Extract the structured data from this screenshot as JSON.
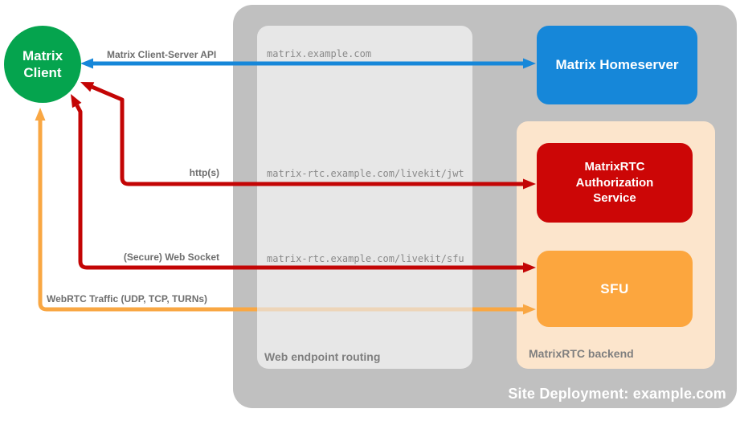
{
  "nodes": {
    "matrix_client": {
      "label": "Matrix Client",
      "color": "#05a44e",
      "shape": "circle"
    },
    "matrix_homeserver": {
      "label": "Matrix Homeserver",
      "color": "#1687d9"
    },
    "matrixrtc_auth": {
      "label": "MatrixRTC Authorization Service",
      "color": "#cc0606"
    },
    "sfu": {
      "label": "SFU",
      "color": "#fca63e"
    }
  },
  "containers": {
    "site_deployment": {
      "label": "Site Deployment: example.com",
      "color": "#c0c0c0",
      "label_color": "#ffffff"
    },
    "web_endpoint_routing": {
      "label": "Web endpoint routing",
      "color": "#e7e7e7",
      "label_color": "#7f7f7f",
      "endpoints": [
        "matrix.example.com",
        "matrix-rtc.example.com/livekit/jwt",
        "matrix-rtc.example.com/livekit/sfu"
      ]
    },
    "matrixrtc_backend": {
      "label": "MatrixRTC backend",
      "color": "#fce5cc",
      "label_color": "#7f7f7f"
    }
  },
  "arrows": [
    {
      "label": "Matrix Client-Server API",
      "color": "#1687d9",
      "from": "Matrix Client",
      "to": "Matrix Homeserver",
      "bidirectional": true
    },
    {
      "label": "http(s)",
      "color": "#c30505",
      "from": "Matrix Client",
      "to": "MatrixRTC Authorization Service",
      "bidirectional": true
    },
    {
      "label": "(Secure) Web Socket",
      "color": "#c30505",
      "from": "Matrix Client",
      "to": "SFU",
      "bidirectional": true
    },
    {
      "label": "WebRTC Traffic (UDP, TCP, TURNs)",
      "color": "#f9a743",
      "from": "Matrix Client",
      "to": "SFU",
      "bidirectional": true
    }
  ],
  "text_colors": {
    "endpoint_text": "#8a8a8a",
    "arrow_label_text": "#6e6e6e"
  }
}
